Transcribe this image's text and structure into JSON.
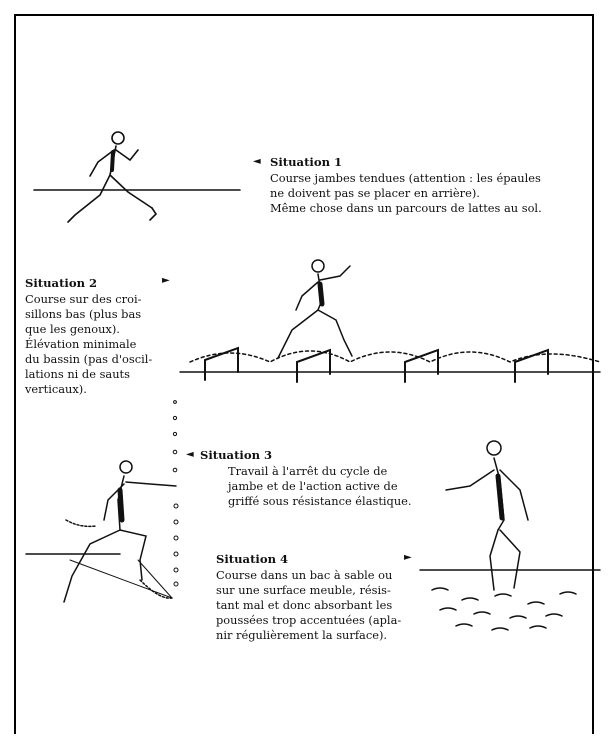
{
  "situations": [
    {
      "title": "Situation 1",
      "lines": [
        "Course jambes tendues (attention : les épaules",
        "ne doivent pas se placer en arrière).",
        "Même chose dans un parcours de lattes au sol."
      ]
    },
    {
      "title": "Situation 2",
      "lines": [
        "Course sur des croi-",
        "sillons bas (plus bas",
        "que les genoux).",
        "Élévation minimale",
        "du bassin (pas d'oscil-",
        "lations ni de sauts",
        "verticaux)."
      ]
    },
    {
      "title": "Situation 3",
      "lines": [
        "Travail à l'arrêt du cycle de",
        "jambe et de l'action active de",
        "griffé sous résistance élastique."
      ]
    },
    {
      "title": "Situation 4",
      "lines": [
        "Course dans un bac à sable ou",
        "sur une surface meuble, résis-",
        "tant mal et donc absorbant les",
        "poussées trop accentuées (apla-",
        "nir régulièrement la surface)."
      ]
    }
  ],
  "icons": {
    "pointer_left": "◄",
    "pointer_right": "►"
  }
}
